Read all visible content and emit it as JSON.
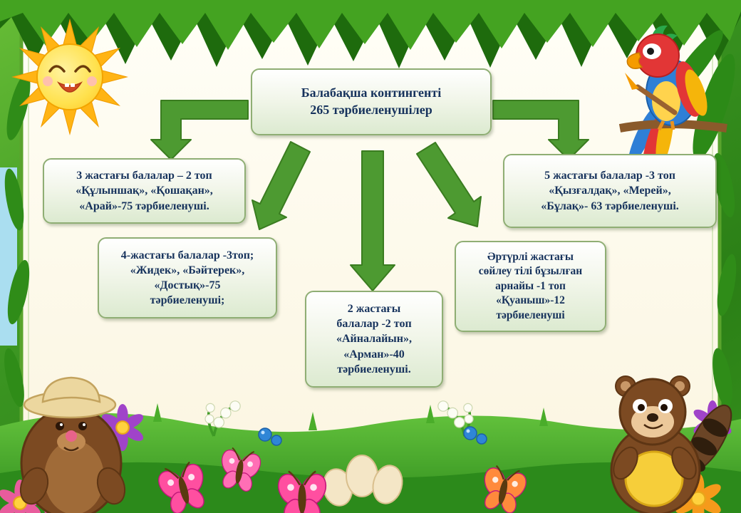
{
  "slide": {
    "root": {
      "text": "Балабақша контингенті\n265 тәрбиеленушілер"
    },
    "groups": {
      "age3": {
        "text": "3 жастағы балалар – 2 топ\n«Құлыншақ», «Қошақан»,\n«Арай»-75 тәрбиеленуші."
      },
      "age4": {
        "text": "4-жастағы балалар -3топ;\n«Жидек», «Бәйтерек»,\n«Достық»-75\nтәрбиеленуші;"
      },
      "age2": {
        "text": "2 жастағы\nбалалар -2 топ\n«Айналайын»,\n«Арман»-40\nтәрбиеленуші."
      },
      "age5": {
        "text": "5 жастағы балалар -3 топ\n«Қызғалдақ», «Мерей»,\n«Бұлақ»- 63 тәрбиеленуші."
      },
      "special": {
        "text": "Әртүрлі жастағы\nсөйлеу тілі бұзылған\nарнайы -1 топ\n«Қуаныш»-12\nтәрбиеленуші"
      }
    },
    "colors": {
      "arrow": "#4d9a31",
      "arrow_edge": "#3a7c20",
      "box_border": "#8fae74",
      "text": "#16325c"
    },
    "decorations": {
      "sun": "smiling-sun",
      "parrot": "parrot-with-paintbrush",
      "mole": "mole-with-hat",
      "raccoon": "raccoon",
      "butterflies": "pink-butterflies",
      "flowers": "flowers-and-lilies"
    }
  }
}
